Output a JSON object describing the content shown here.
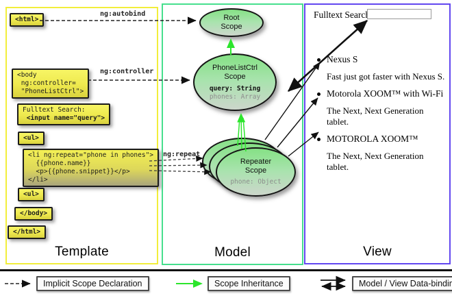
{
  "template": {
    "label": "Template",
    "directives": {
      "autobind": "ng:autobind",
      "controller": "ng:controller",
      "repeat": "ng:repeat"
    },
    "code": {
      "html_open": "<html>",
      "body_open": "<body\n ng:controller=\n \"PhoneListCtrl\">",
      "fulltext_label": "Fulltext Search:",
      "fulltext_input": " <input name=\"query\">",
      "ul_open": "<ul>",
      "li_repeat": "<li ng:repeat=\"phone in phones\">\n  {{phone.name}}\n  <p>{{phone.snippet}}</p>\n</li>",
      "ul_close": "<ul>",
      "body_close": "</body>",
      "html_close": "</html>"
    }
  },
  "model": {
    "label": "Model",
    "root_scope": {
      "name": "Root\nScope"
    },
    "phonelist_scope": {
      "name": "PhoneListCtrl\nScope",
      "prop_query": "query: String",
      "prop_phones": "phones: Array"
    },
    "repeater_scope": {
      "name": "Repeater\nScope",
      "prop_phone": "phone: Object"
    }
  },
  "view": {
    "label": "View",
    "search_label": "Fulltext Search:",
    "search_value": "",
    "items": [
      {
        "title": "Nexus S",
        "desc": "Fast just got faster with Nexus S."
      },
      {
        "title": "Motorola XOOM™ with Wi-Fi",
        "desc": "The Next, Next Generation tablet."
      },
      {
        "title": "MOTOROLA XOOM™",
        "desc": "The Next, Next Generation tablet."
      }
    ]
  },
  "legend": {
    "implicit": "Implicit Scope Declaration",
    "inheritance": "Scope Inheritance",
    "binding": "Model / View Data-binding"
  },
  "colors": {
    "template_border": "#f2ee3a",
    "model_border": "#46df8d",
    "view_border": "#6247f0",
    "inheritance_green": "#2ce52c",
    "scope_fill": "#85e185",
    "code_yellow": "#f3f054"
  }
}
